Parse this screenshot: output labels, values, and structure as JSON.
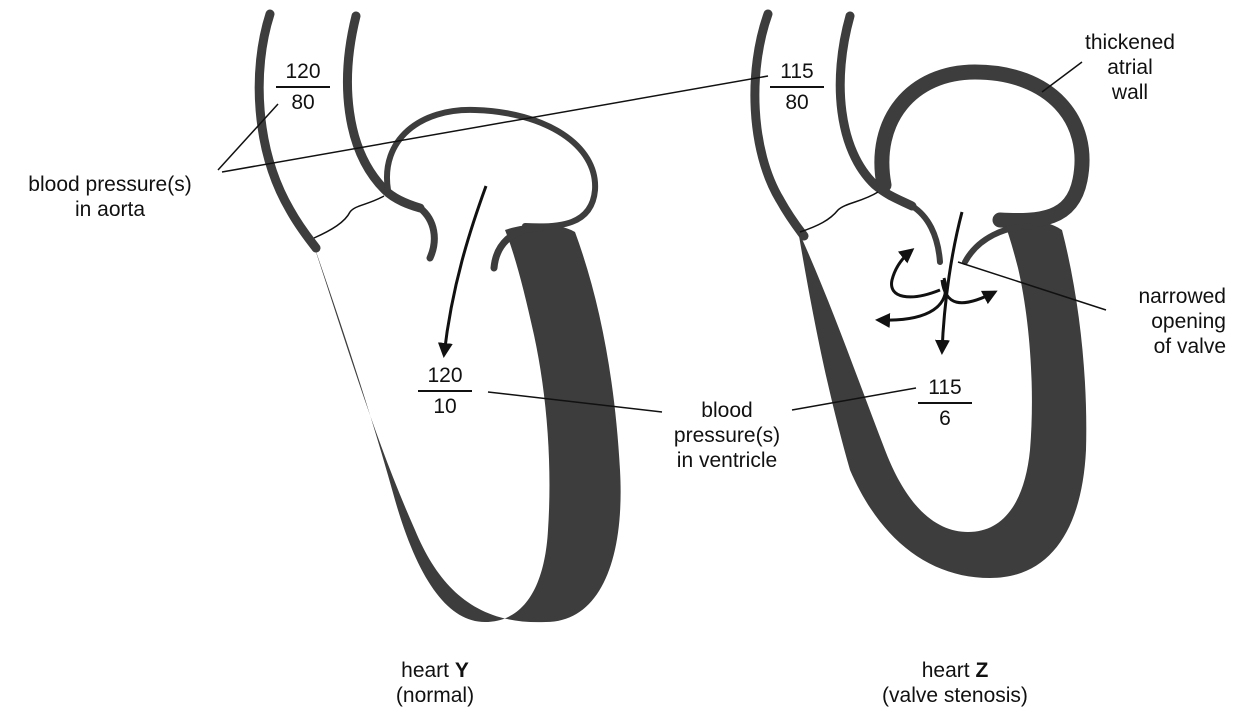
{
  "labels": {
    "bp_aorta_line1": "blood pressure(s)",
    "bp_aorta_line2": "in aorta",
    "bp_ventricle_line1": "blood",
    "bp_ventricle_line2": "pressure(s)",
    "bp_ventricle_line3": "in ventricle",
    "thickened_line1": "thickened",
    "thickened_line2": "atrial",
    "thickened_line3": "wall",
    "narrowed_line1": "narrowed",
    "narrowed_line2": "opening",
    "narrowed_line3": "of valve"
  },
  "heart_y": {
    "caption_prefix": "heart ",
    "caption_letter": "Y",
    "caption_sub": "(normal)",
    "aorta_systolic": "120",
    "aorta_diastolic": "80",
    "ventricle_systolic": "120",
    "ventricle_diastolic": "10"
  },
  "heart_z": {
    "caption_prefix": "heart ",
    "caption_letter": "Z",
    "caption_sub": "(valve stenosis)",
    "aorta_systolic": "115",
    "aorta_diastolic": "80",
    "ventricle_systolic": "115",
    "ventricle_diastolic": "6"
  },
  "colors": {
    "wall": "#3d3d3d",
    "line": "#111111"
  }
}
